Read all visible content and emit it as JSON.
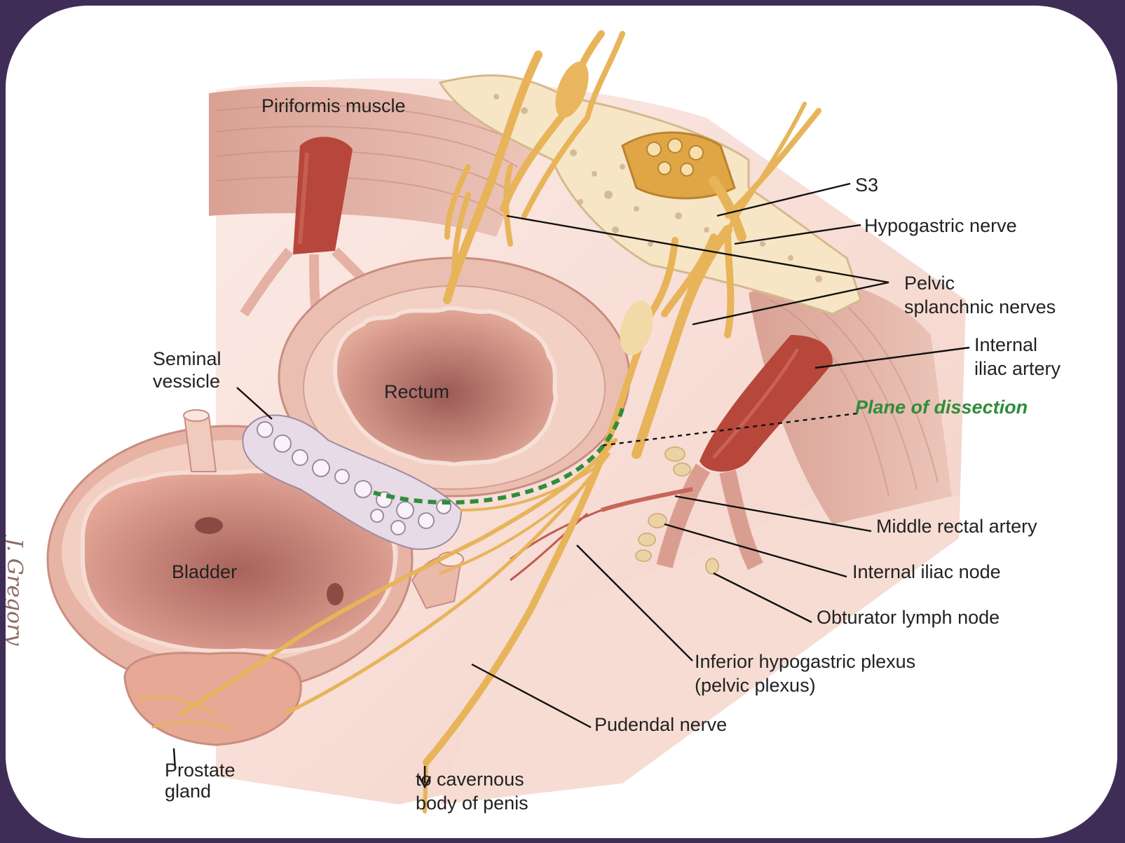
{
  "labels": {
    "piriformis": "Piriformis muscle",
    "s3": "S3",
    "hypogastric": "Hypogastric nerve",
    "pelvic_splanchnic_1": "Pelvic",
    "pelvic_splanchnic_2": "splanchnic nerves",
    "internal_iliac_artery_1": "Internal",
    "internal_iliac_artery_2": "iliac artery",
    "plane": "Plane of dissection",
    "seminal_1": "Seminal",
    "seminal_2": "vessicle",
    "rectum": "Rectum",
    "bladder": "Bladder",
    "middle_rectal": "Middle rectal artery",
    "internal_iliac_node": "Internal iliac node",
    "obturator": "Obturator lymph node",
    "inferior_hypogastric_1": "Inferior hypogastric plexus",
    "inferior_hypogastric_2": "(pelvic plexus)",
    "pudendal": "Pudendal nerve",
    "prostate_1": "Prostate",
    "prostate_2": "gland",
    "cavernous_1": "to cavernous",
    "cavernous_2": "body of penis"
  },
  "signature": "J. Gregory",
  "colors": {
    "frame": "#3f2d58",
    "nerve": "#e8b45a",
    "artery": "#b6473a",
    "tissue": "#e2a796",
    "plane_line": "#2f8d3a"
  }
}
